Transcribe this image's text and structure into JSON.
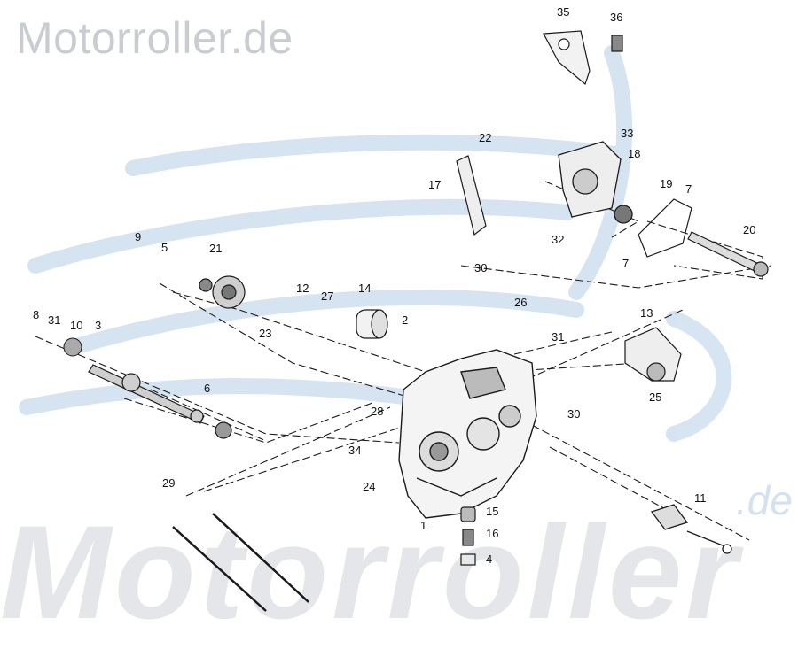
{
  "watermark": {
    "top_text": "Motorroller.de",
    "bottom_text": "Motorroller",
    "bottom_suffix": ".de"
  },
  "diagram": {
    "callouts": [
      "35",
      "36",
      "22",
      "33",
      "18",
      "19",
      "7",
      "17",
      "20",
      "32",
      "7",
      "9",
      "5",
      "21",
      "30",
      "12",
      "27",
      "14",
      "26",
      "2",
      "23",
      "8",
      "31",
      "10",
      "3",
      "13",
      "31",
      "6",
      "25",
      "28",
      "30",
      "34",
      "24",
      "29",
      "15",
      "16",
      "11",
      "4",
      "1"
    ]
  },
  "colors": {
    "line": "#1a1a1a",
    "watermark_blue": "#cfe0ef",
    "watermark_gray": "#c9cdd2"
  }
}
